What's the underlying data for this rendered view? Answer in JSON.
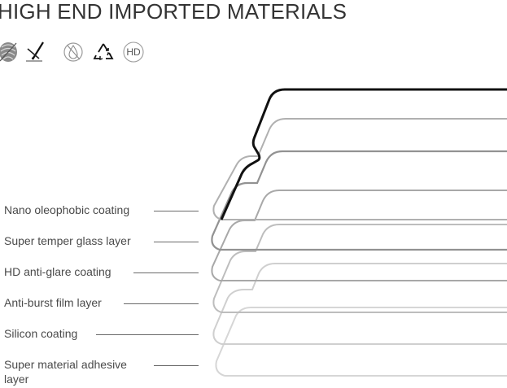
{
  "title": "HIGH END IMPORTED MATERIALS",
  "icons": [
    {
      "name": "anti-fingerprint-icon"
    },
    {
      "name": "scratch-resistant-icon"
    },
    {
      "name": "anti-oil-icon"
    },
    {
      "name": "recycle-icon"
    },
    {
      "name": "hd-icon",
      "label": "HD"
    }
  ],
  "layers": [
    {
      "label": "Nano oleophobic coating"
    },
    {
      "label": "Super temper glass layer"
    },
    {
      "label": "HD anti-glare coating"
    },
    {
      "label": "Anti-burst film layer"
    },
    {
      "label": "Silicon coating"
    },
    {
      "label": "Super material adhesive layer"
    }
  ],
  "colors": {
    "text": "#4a4a4a",
    "top_layer": "#111111",
    "mid_layer": "#9a9a9a",
    "light_layer": "#d0d0d0"
  }
}
